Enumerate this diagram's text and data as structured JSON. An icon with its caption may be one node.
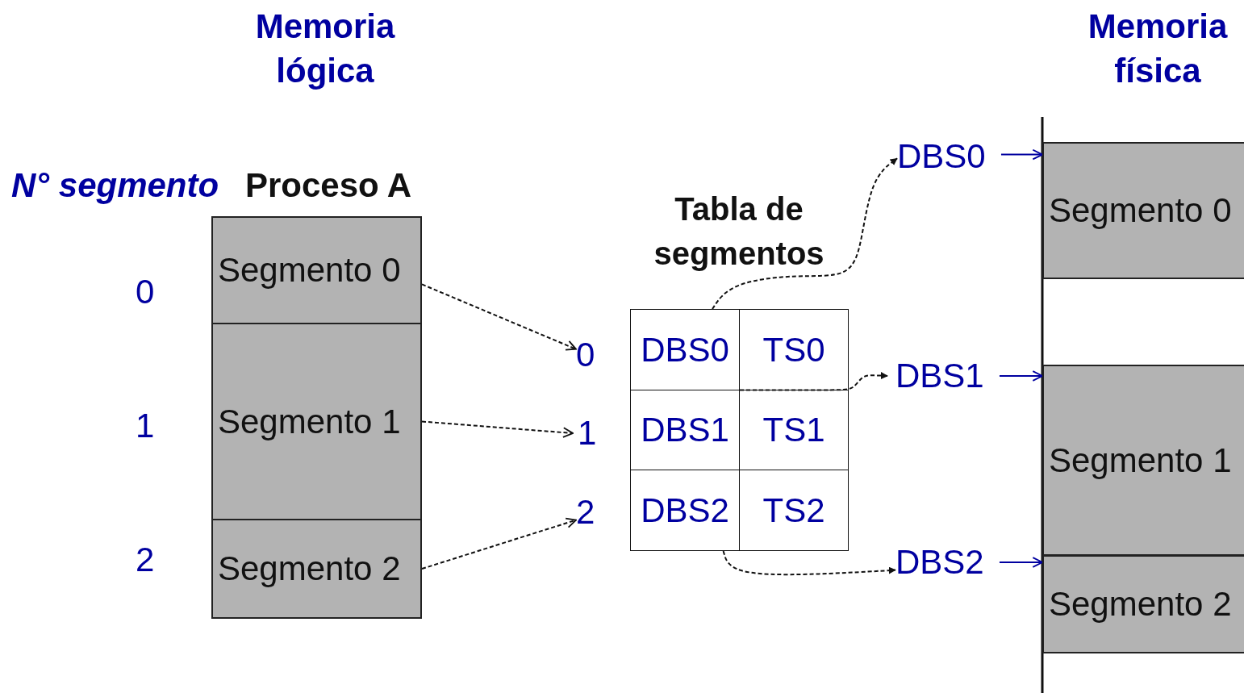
{
  "diagram": {
    "nodes": [
      {
        "text": [
          "Proceso A"
        ]
      },
      {
        "text": [
          "Segmento 0"
        ],
        "in": 0
      },
      {
        "text": [
          "Segmento 1"
        ],
        "in": 0
      },
      {
        "text": [
          "Segmento 2"
        ],
        "in": 0
      },
      {
        "text": [
          "0"
        ]
      },
      {
        "text": [
          "1"
        ]
      },
      {
        "text": [
          "2"
        ]
      },
      {
        "text": [
          "Tabla de segmentos"
        ]
      },
      {
        "text": [
          "DBS0"
        ],
        "in": 7
      },
      {
        "text": [
          "TS0"
        ],
        "in": 7
      },
      {
        "text": [
          "DBS1"
        ],
        "in": 7
      },
      {
        "text": [
          "TS1"
        ],
        "in": 7
      },
      {
        "text": [
          "DBS2"
        ],
        "in": 7
      },
      {
        "text": [
          "TS2"
        ],
        "in": 7
      },
      {
        "text": [
          "DBS0"
        ]
      },
      {
        "text": [
          "DBS1"
        ]
      },
      {
        "text": [
          "DBS2"
        ]
      },
      {
        "text": [
          "Segmento 0"
        ]
      },
      {
        "text": [
          "Segmento 1"
        ]
      },
      {
        "text": [
          "Segmento 2"
        ]
      }
    ],
    "edges": [
      {
        "from": 1,
        "to": 4,
        "arrow": "to",
        "style": "dashed"
      },
      {
        "from": 2,
        "to": 5,
        "arrow": "to",
        "style": "dashed"
      },
      {
        "from": 3,
        "to": 6,
        "arrow": "to",
        "style": "dashed"
      },
      {
        "from": 8,
        "to": 14,
        "arrow": "to",
        "style": "dashed"
      },
      {
        "from": 10,
        "to": 15,
        "arrow": "to",
        "style": "dashed"
      },
      {
        "from": 12,
        "to": 16,
        "arrow": "to",
        "style": "dashed"
      },
      {
        "from": 14,
        "to": 17,
        "arrow": "to",
        "color": "#0000a0"
      },
      {
        "from": 15,
        "to": 18,
        "arrow": "to",
        "color": "#0000a0"
      },
      {
        "from": 16,
        "to": 19,
        "arrow": "to",
        "color": "#0000a0"
      }
    ],
    "labels": [
      "Memoria lógica",
      "Memoria física",
      "N° segmento",
      "0",
      "1",
      "2"
    ]
  }
}
